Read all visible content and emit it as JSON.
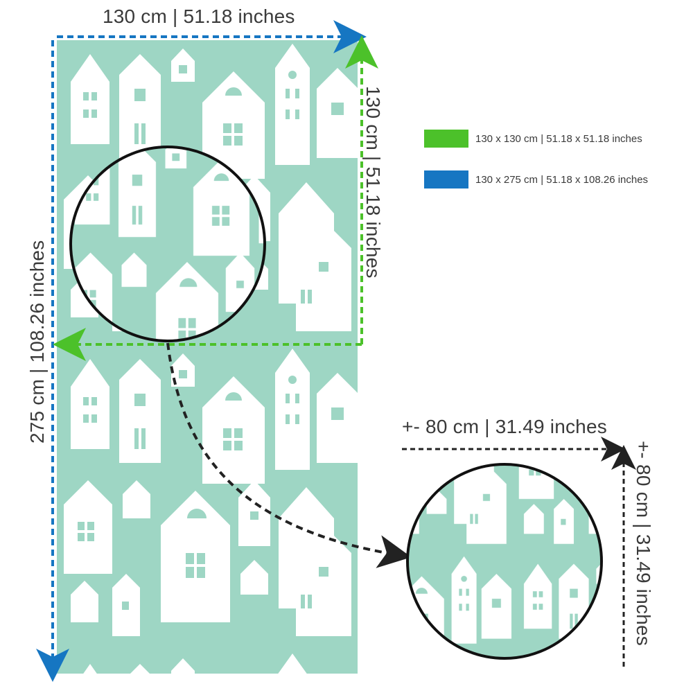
{
  "colors": {
    "background": "#9ed6c4",
    "house": "#ffffff",
    "green_arrow": "#4cc12a",
    "blue_arrow": "#1676c2",
    "black_arrow": "#222222",
    "text": "#3a3a3a"
  },
  "dimensions": {
    "top_width": "130 cm | 51.18 inches",
    "green_side": "130 cm | 51.18 inches",
    "full_height": "275 cm | 108.26 inches",
    "zoom_width": "+- 80 cm | 31.49 inches",
    "zoom_height": "+- 80 cm | 31.49 inches"
  },
  "legend": [
    {
      "label": "130 x 130 cm | 51.18 x 51.18 inches",
      "color": "#4cc12a"
    },
    {
      "label": "130 x 275 cm | 51.18 x 108.26 inches",
      "color": "#1676c2"
    }
  ]
}
